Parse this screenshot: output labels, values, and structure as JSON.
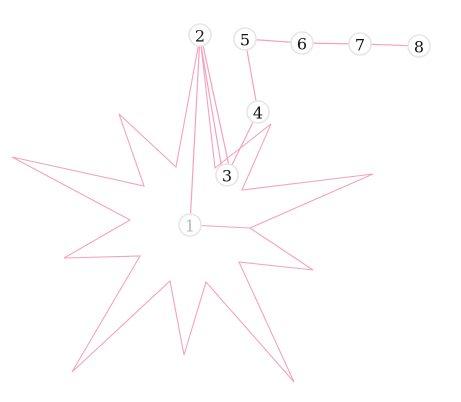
{
  "colors": {
    "line": "#f3a3bc",
    "node_stroke": "#e6e6e6",
    "node_fill": "#ffffff",
    "label": "#111111",
    "label_faded": "#b8b8b8",
    "background": "#ffffff"
  },
  "nodes": [
    {
      "id": "1",
      "label": "1",
      "faded": true
    },
    {
      "id": "2",
      "label": "2",
      "faded": false
    },
    {
      "id": "3",
      "label": "3",
      "faded": false
    },
    {
      "id": "4",
      "label": "4",
      "faded": false
    },
    {
      "id": "5",
      "label": "5",
      "faded": false
    },
    {
      "id": "6",
      "label": "6",
      "faded": false
    },
    {
      "id": "7",
      "label": "7",
      "faded": false
    },
    {
      "id": "8",
      "label": "8",
      "faded": false
    }
  ],
  "edges": [
    {
      "from": "1",
      "to": "2"
    },
    {
      "from": "2",
      "to": "3"
    },
    {
      "from": "2",
      "to": "3"
    },
    {
      "from": "3",
      "to": "4"
    },
    {
      "from": "4",
      "to": "5"
    },
    {
      "from": "5",
      "to": "6"
    },
    {
      "from": "6",
      "to": "7"
    },
    {
      "from": "7",
      "to": "8"
    }
  ],
  "star": {
    "spikes": 11,
    "shape": "irregular star outline"
  }
}
